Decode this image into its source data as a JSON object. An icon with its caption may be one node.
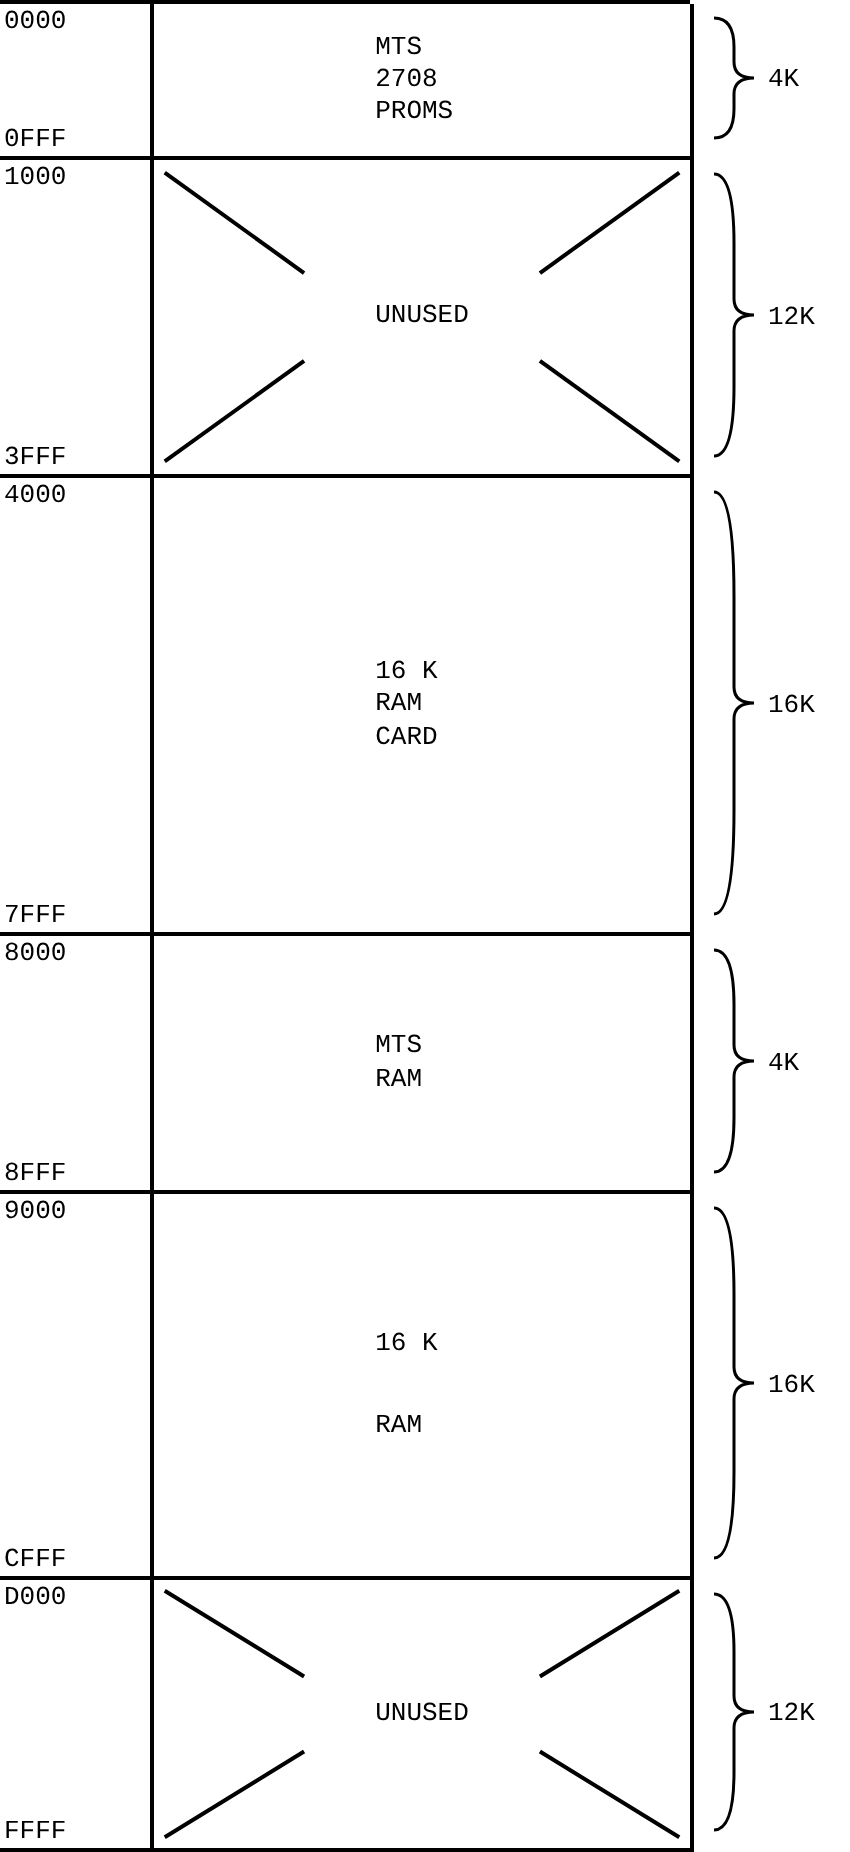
{
  "diagram": {
    "nodes": [
      {
        "text": [
          "MTS 2708 PROMS"
        ],
        "beside": [
          "0000",
          "0FFF",
          "4K"
        ]
      },
      {
        "text": [
          "UNUSED"
        ],
        "beside": [
          "1000",
          "3FFF",
          "12K"
        ]
      },
      {
        "text": [
          "16 K RAM CARD"
        ],
        "beside": [
          "4000",
          "7FFF",
          "16K"
        ]
      },
      {
        "text": [
          "MTS RAM"
        ],
        "beside": [
          "8000",
          "8FFF",
          "4K"
        ]
      },
      {
        "text": [
          "16 K",
          "RAM"
        ],
        "beside": [
          "9000",
          "CFFF",
          "16K"
        ]
      },
      {
        "text": [
          "UNUSED"
        ],
        "beside": [
          "D000",
          "FFFF",
          "12K"
        ]
      }
    ]
  }
}
